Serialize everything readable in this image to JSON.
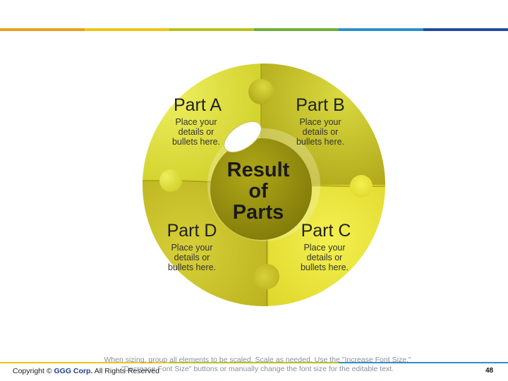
{
  "colors": {
    "bar": [
      "#e8a21a",
      "#f0c419",
      "#b8c21a",
      "#6fae3a",
      "#2e8fc9",
      "#1f4e9c"
    ],
    "puzzle_light": "#dede30",
    "puzzle_mid": "#c8c020",
    "puzzle_dark": "#9c9410",
    "center": "#8c860c"
  },
  "parts": [
    {
      "title": "Part A",
      "body": "Place your details or bullets here."
    },
    {
      "title": "Part B",
      "body": "Place your details or bullets here."
    },
    {
      "title": "Part C",
      "body": "Place your details or bullets here."
    },
    {
      "title": "Part D",
      "body": "Place your details or bullets here."
    }
  ],
  "center": {
    "line1": "Result",
    "line2": "of",
    "line3": "Parts"
  },
  "footer": {
    "copyright_prefix": "Copyright ©",
    "corp": "GGG Corp.",
    "rights": "All Rights Reserved",
    "note": "When sizing, group all elements to be scaled. Scale as needed. Use the \"Increase Font Size,\" \"Decrease Font Size\" buttons or manually change the font size for the editable text.",
    "page": "48"
  }
}
